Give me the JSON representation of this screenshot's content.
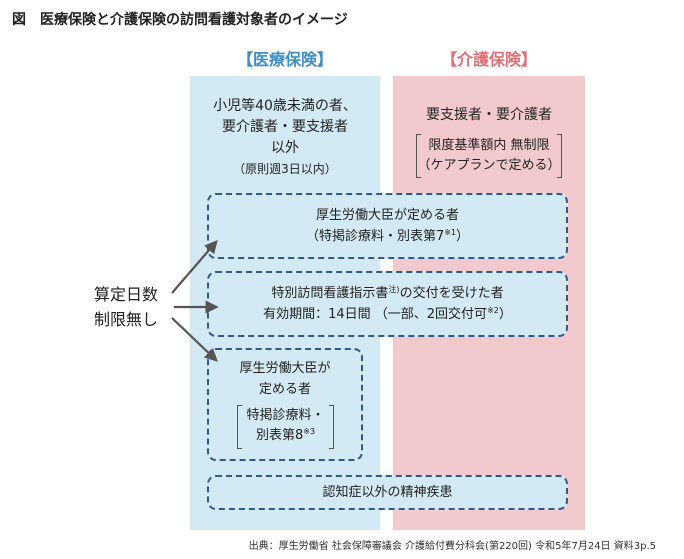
{
  "title": "図　医療保険と介護保険の訪問看護対象者のイメージ",
  "columns": {
    "iryo": {
      "header": "【医療保険】",
      "lines": [
        "小児等40歳未満の者、",
        "要介護者・要支援者",
        "以外"
      ],
      "note": "（原則週3日以内）"
    },
    "kaigo": {
      "header": "【介護保険】",
      "main": "要支援者・要介護者",
      "bracket_lines": [
        "限度基準額内 無制限",
        "（ケアプランで定める）"
      ]
    }
  },
  "left_label": [
    "算定日数",
    "制限無し"
  ],
  "boxes": {
    "box1": {
      "line1": "厚生労働大臣が定める者",
      "line2": "（特掲診療料・別表第7",
      "line2_sup": "※1",
      "line2_end": "）"
    },
    "box2": {
      "line1_a": "特別訪問看護指示書",
      "line1_sup": "注)",
      "line1_b": "の交付を受けた者",
      "line2": "有効期間：14日間 （一部、2回交付可",
      "line2_sup": "※2",
      "line2_end": "）"
    },
    "box3": {
      "line1": "厚生労働大臣が",
      "line2": "定める者",
      "bracket_line1": "特掲診療料・",
      "bracket_line2": "別表第8",
      "bracket_sup": "※3"
    },
    "box4": {
      "label": "認知症以外の精神疾患"
    }
  },
  "source": "出典：厚生労働省 社会保障審議会 介護給付費分科会(第220回) 令和5年7月24日 資料3p.5",
  "colors": {
    "iryo_bg": "#d3e9f3",
    "kaigo_bg": "#f2c9cc",
    "iryo_header": "#3f8fc6",
    "kaigo_header": "#e07077",
    "dash": "#2f5a8a",
    "arrow": "#555555"
  }
}
